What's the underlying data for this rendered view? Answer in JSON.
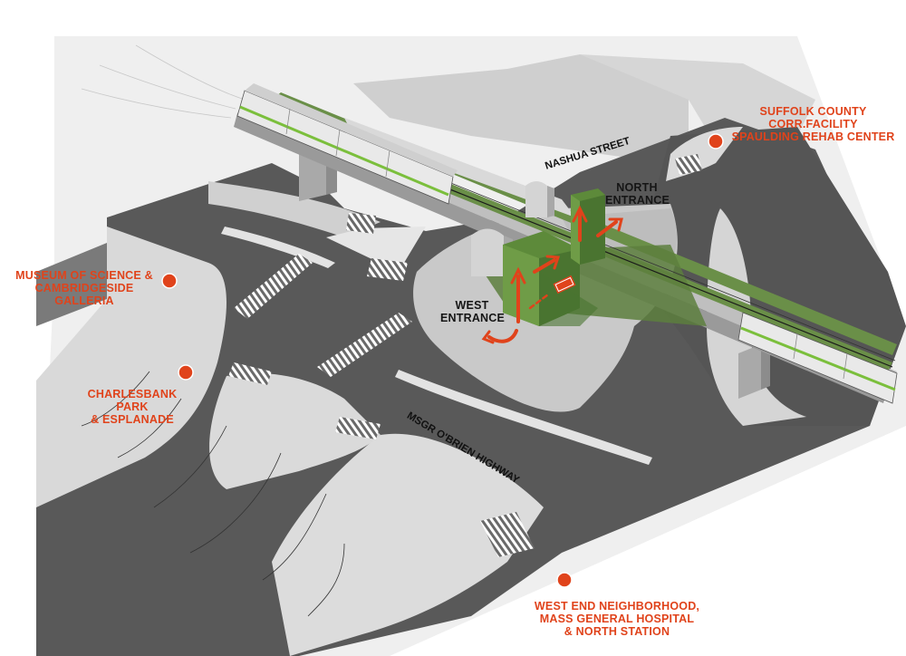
{
  "destinations": [
    {
      "line1": "SUFFOLK COUNTY CORR.FACILITY",
      "line2": "SPAULDING REHAB CENTER"
    },
    {
      "line1": "MUSEUM OF SCIENCE &",
      "line2": "CAMBRIDGESIDE GALLERIA"
    },
    {
      "line1": "CHARLESBANK PARK",
      "line2": "& ESPLANADE"
    },
    {
      "line1": "WEST END NEIGHBORHOOD,",
      "line2": "MASS GENERAL HOSPITAL",
      "line3": "& NORTH STATION"
    }
  ],
  "entrances": {
    "north": {
      "line1": "NORTH",
      "line2": "ENTRANCE"
    },
    "west": {
      "line1": "WEST",
      "line2": "ENTRANCE"
    }
  },
  "streets": {
    "nashua": "NASHUA STREET",
    "obrien": "MSGR O'BRIEN HIGHWAY"
  },
  "colors": {
    "road": "#595959",
    "sidewalk": "#dcdcdc",
    "ground": "#eeeeee",
    "viaduct_green": "#6a8f48",
    "accent": "#e0431b"
  },
  "icons": {
    "destination_marker": "red-dot",
    "circulation": "orange-arrow",
    "building_access": "elevator-sign"
  }
}
